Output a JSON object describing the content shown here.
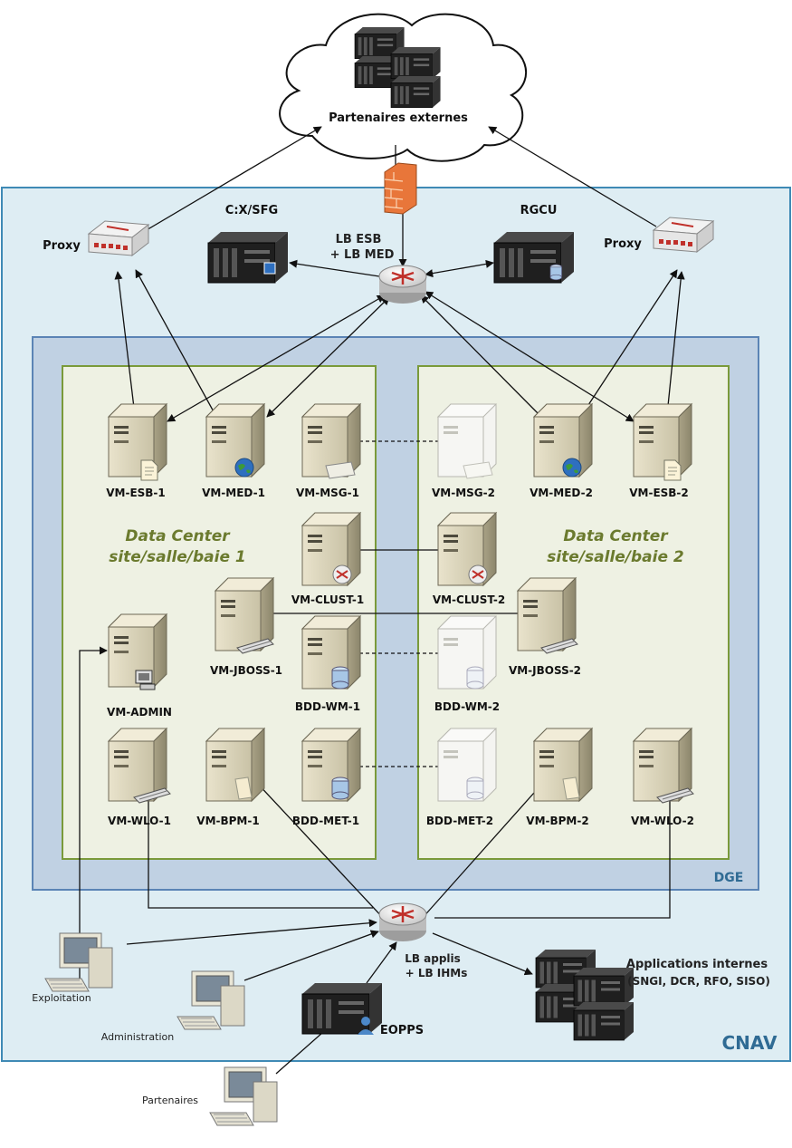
{
  "cloud": {
    "label": "Partenaires externes"
  },
  "zones": {
    "outer": "CNAV",
    "inner": "DGE"
  },
  "datacenters": [
    {
      "line1": "Data Center",
      "line2": "site/salle/baie 1"
    },
    {
      "line1": "Data Center",
      "line2": "site/salle/baie 2"
    }
  ],
  "top": {
    "proxy_left": "Proxy",
    "proxy_right": "Proxy",
    "cxsfg": "C:X/SFG",
    "rgcu": "RGCU",
    "lb_esb_1": "LB ESB",
    "lb_esb_2": "+ LB MED"
  },
  "vms": {
    "esb1": "VM-ESB-1",
    "med1": "VM-MED-1",
    "msg1": "VM-MSG-1",
    "msg2": "VM-MSG-2",
    "med2": "VM-MED-2",
    "esb2": "VM-ESB-2",
    "clust1": "VM-CLUST-1",
    "clust2": "VM-CLUST-2",
    "jboss1": "VM-JBOSS-1",
    "jboss2": "VM-JBOSS-2",
    "admin": "VM-ADMIN",
    "bddwm1": "BDD-WM-1",
    "bddwm2": "BDD-WM-2",
    "wlo1": "VM-WLO-1",
    "bpm1": "VM-BPM-1",
    "bddmet1": "BDD-MET-1",
    "bddmet2": "BDD-MET-2",
    "bpm2": "VM-BPM-2",
    "wlo2": "VM-WLO-2"
  },
  "bottom": {
    "lb_applis_1": "LB applis",
    "lb_applis_2": "+ LB IHMs",
    "apps_1": "Applications internes",
    "apps_2": "(SNGI, DCR, RFO, SISO)",
    "eopps": "EOPPS",
    "exploitation": "Exploitation",
    "administration": "Administration",
    "partenaires": "Partenaires"
  }
}
